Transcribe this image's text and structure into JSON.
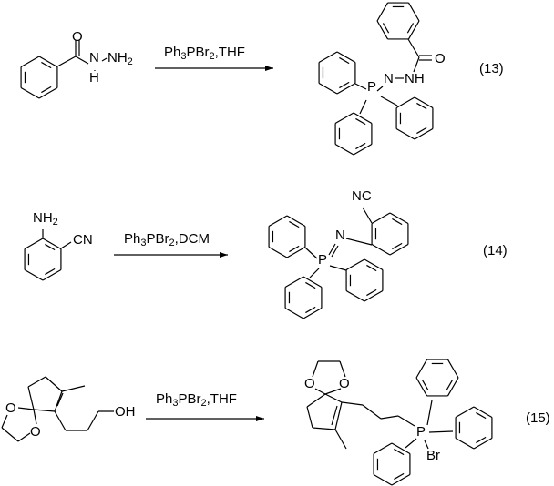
{
  "reactions": [
    {
      "number": "(13)",
      "reagent": {
        "main": "Ph",
        "sub1": "3",
        "mid": "PBr",
        "sub2": "2",
        "tail": ",THF"
      },
      "start_labels": {
        "o": "O",
        "n": "N",
        "h": "H",
        "nh": "NH",
        "nh_sub": "2"
      },
      "product_labels": {
        "p": "P",
        "n": "N",
        "nh": "NH",
        "o": "O"
      }
    },
    {
      "number": "(14)",
      "reagent": {
        "main": "Ph",
        "sub1": "3",
        "mid": "PBr",
        "sub2": "2",
        "tail": ",DCM"
      },
      "start_labels": {
        "nh": "NH",
        "nh_sub": "2",
        "cn": "CN"
      },
      "product_labels": {
        "nc": "NC",
        "n": "N",
        "p": "P"
      }
    },
    {
      "number": "(15)",
      "reagent": {
        "main": "Ph",
        "sub1": "3",
        "mid": "PBr",
        "sub2": "2",
        "tail": ",THF"
      },
      "start_labels": {
        "o1": "O",
        "o2": "O",
        "oh": "OH"
      },
      "product_labels": {
        "o1": "O",
        "o2": "O",
        "p": "P",
        "br": "Br"
      }
    }
  ]
}
